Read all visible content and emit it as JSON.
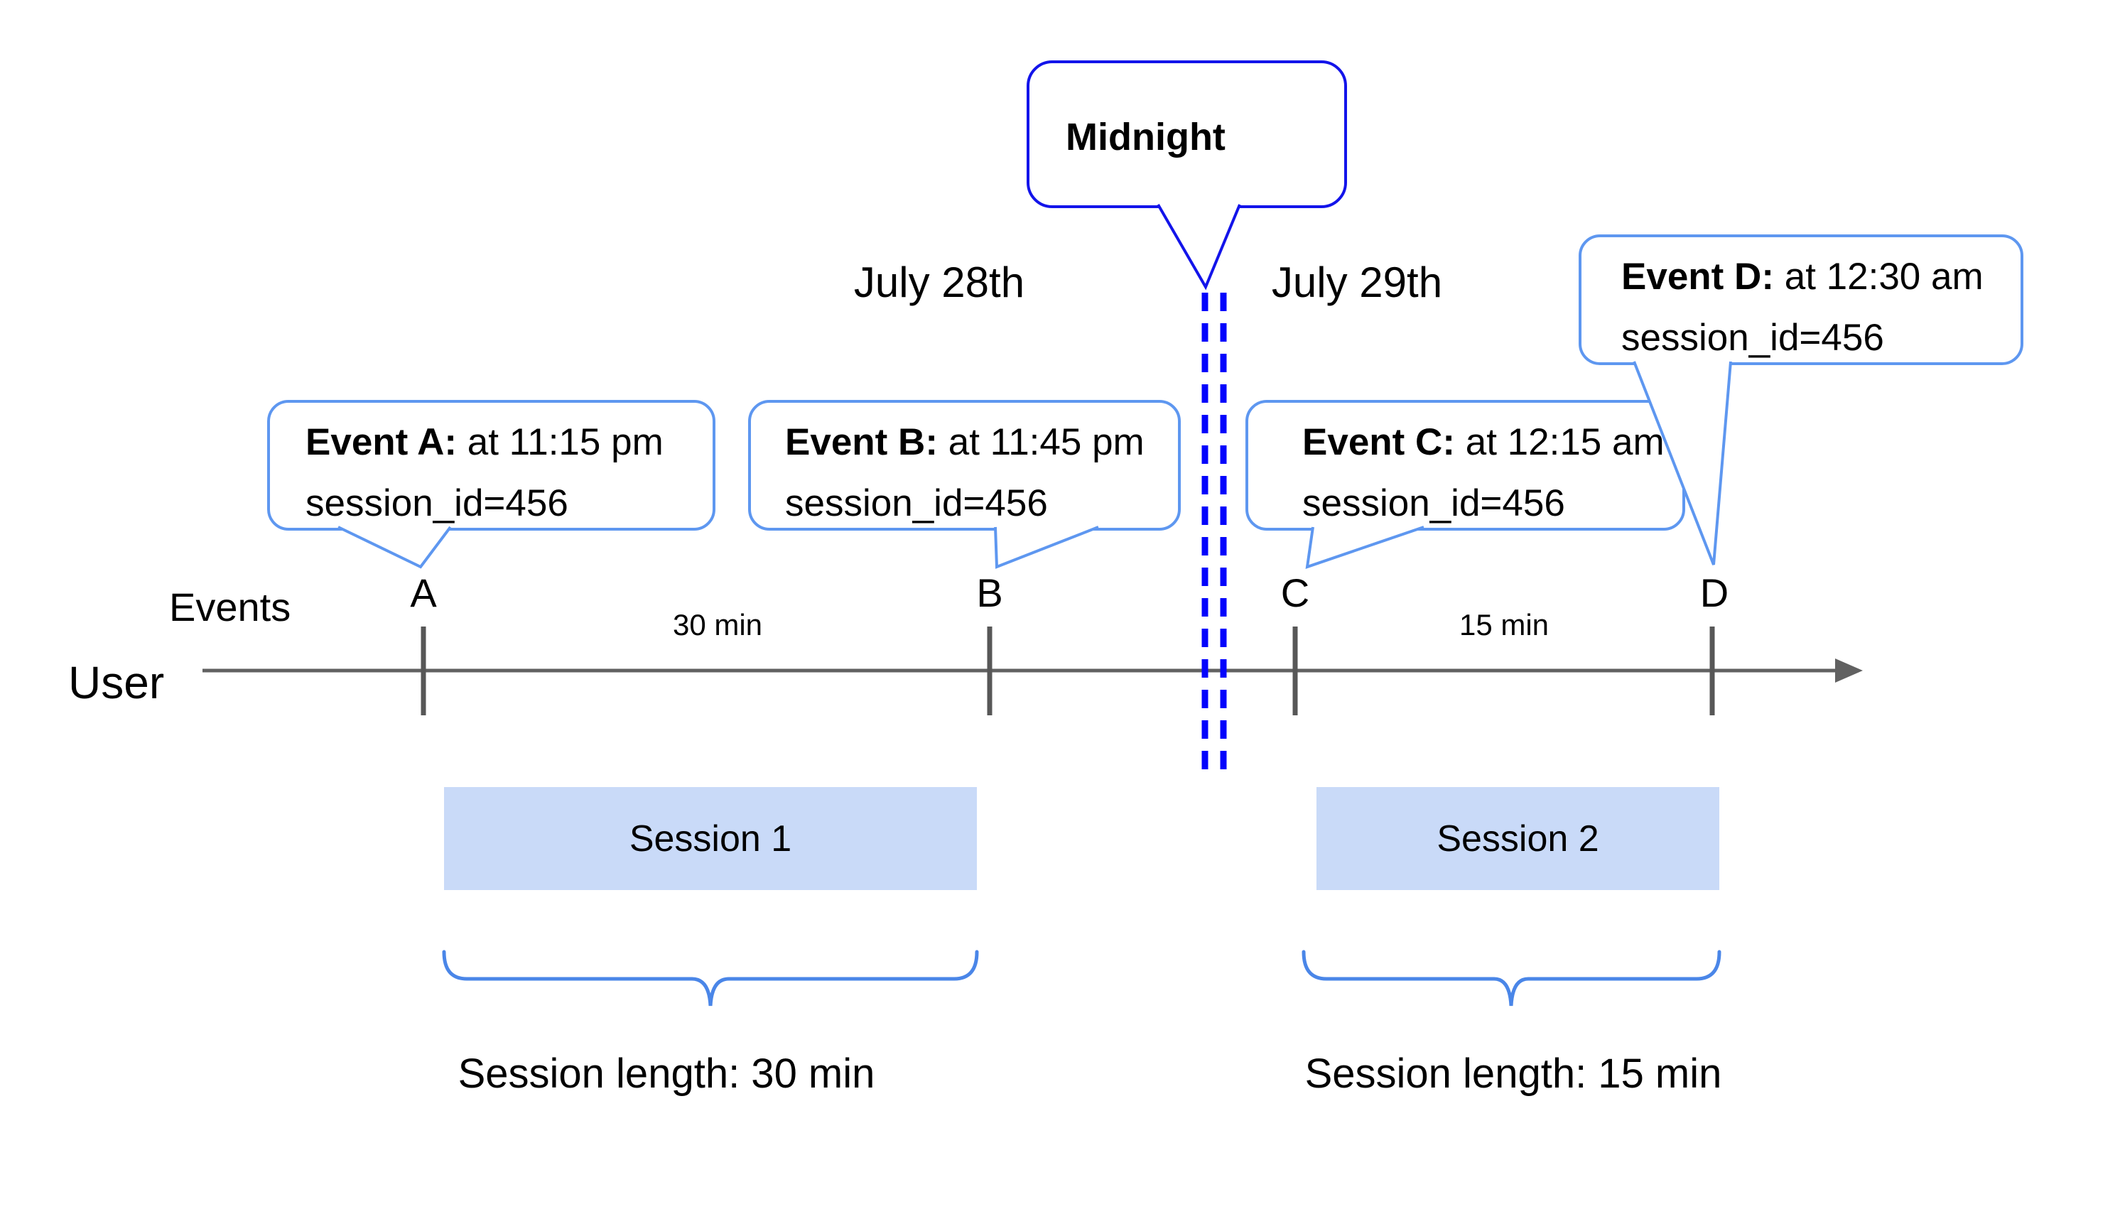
{
  "labels": {
    "midnight": "Midnight",
    "date_left": "July 28th",
    "date_right": "July 29th",
    "events_axis": "Events",
    "user_axis": "User"
  },
  "events": [
    {
      "letter": "A",
      "title": "Event A:",
      "time": "at 11:15 pm",
      "session": "session_id=456"
    },
    {
      "letter": "B",
      "title": "Event B:",
      "time": "at 11:45 pm",
      "session": "session_id=456"
    },
    {
      "letter": "C",
      "title": "Event C:",
      "time": "at 12:15 am",
      "session": "session_id=456"
    },
    {
      "letter": "D",
      "title": "Event D:",
      "time": "at 12:30 am",
      "session": "session_id=456"
    }
  ],
  "intervals": [
    {
      "label": "30 min"
    },
    {
      "label": "15 min"
    }
  ],
  "sessions": [
    {
      "name": "Session 1",
      "length": "Session length: 30 min"
    },
    {
      "name": "Session 2",
      "length": "Session length: 15 min"
    }
  ],
  "colors": {
    "bubble_border": "#5e97f0",
    "midnight_border": "#1314ea",
    "dashed_line": "#0404fc",
    "brace": "#4a86e8",
    "session_fill": "#c9daf8",
    "axis_gray": "#616161",
    "text": "#000000"
  }
}
